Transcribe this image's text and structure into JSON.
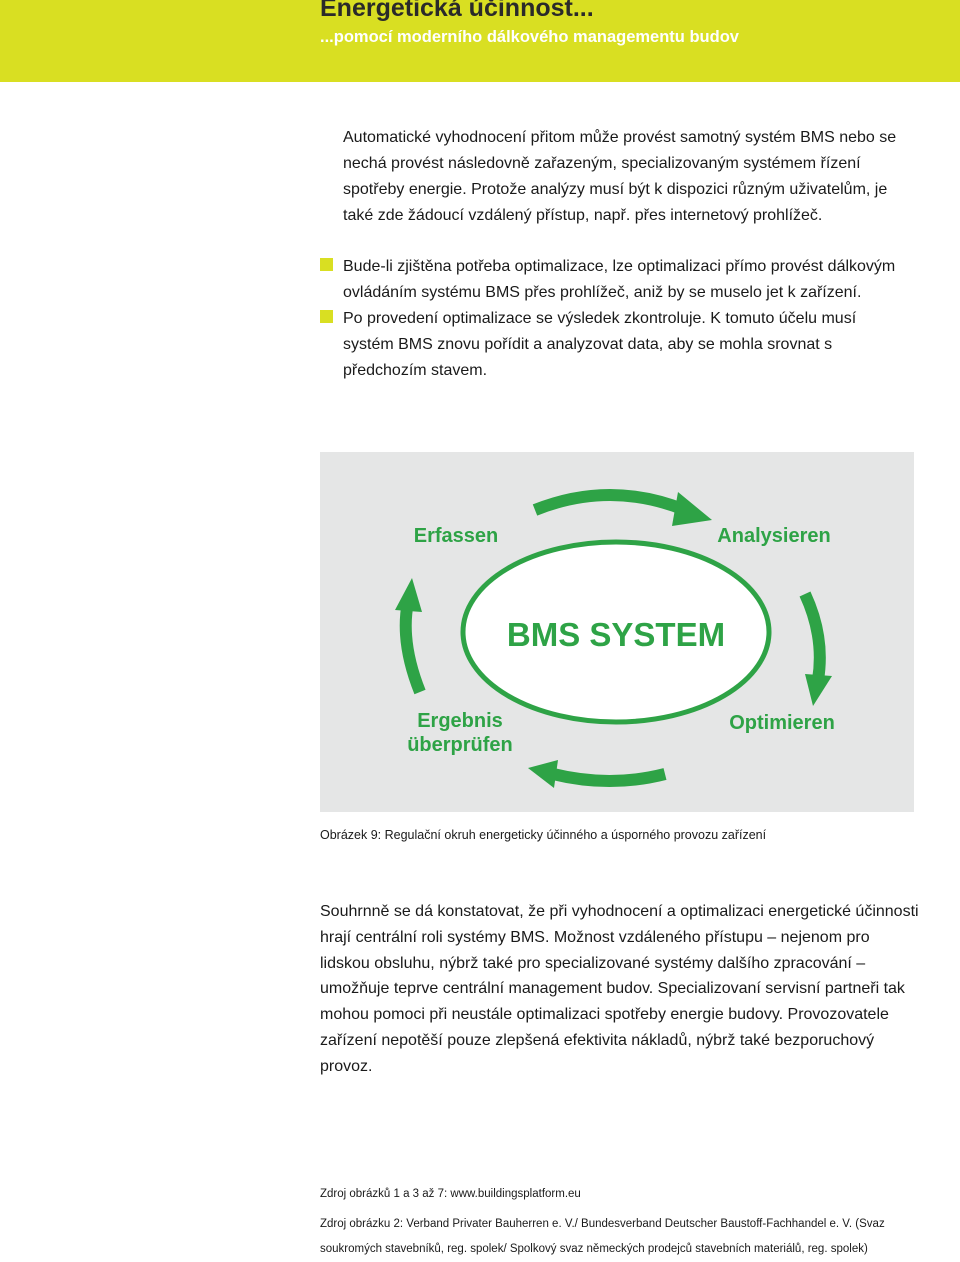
{
  "header": {
    "title": "Energetická účinnost...",
    "subtitle": "...pomocí moderního dálkového managementu budov"
  },
  "intro_paragraph": "Automatické vyhodnocení přitom může provést samotný systém BMS nebo se nechá provést následovně zařazeným, specializovaným systémem řízení spotřeby energie. Protože analýzy musí být k dispozici různým uživatelům, je také zde žádoucí vzdálený přístup, např. přes internetový prohlížeč.",
  "bullets": [
    "Bude-li zjištěna potřeba optimalizace, lze optimalizaci přímo provést dálkovým ovládáním systému BMS přes prohlížeč, aniž by se muselo jet k zařízení.",
    "Po provedení optimalizace se výsledek zkontroluje. K tomuto účelu musí systém BMS znovu pořídit a analyzovat data, aby se mohla srovnat s předchozím stavem."
  ],
  "diagram": {
    "center_label": "BMS SYSTEM",
    "step_erfassen": "Erfassen",
    "step_analysieren": "Analysieren",
    "step_optimieren": "Optimieren",
    "step_ergebnis_line1": "Ergebnis",
    "step_ergebnis_line2": "überprüfen",
    "colors": {
      "arrow": "#2ea346",
      "text": "#2ea346",
      "panel": "#e5e6e6"
    }
  },
  "caption": "Obrázek 9: Regulační okruh energeticky účinného a úsporného provozu zařízení",
  "summary_paragraph": "Souhrnně se dá konstatovat, že při vyhodnocení a optimalizaci energetické účinnosti hrají centrální roli systémy BMS. Možnost vzdáleného přístupu – nejenom pro lidskou obsluhu, nýbrž také pro specializované systémy dalšího zpracování – umožňuje teprve centrální management budov. Specializovaní servisní partneři tak mohou pomoci při neustále optimalizaci spotřeby energie budovy. Provozovatele zařízení nepotěší pouze zlepšená efektivita nákladů, nýbrž také bezporuchový provoz.",
  "sources": {
    "line1": "Zdroj obrázků 1 a 3 až 7: www.buildingsplatform.eu",
    "line2": "Zdroj obrázku 2: Verband Privater Bauherren e. V./ Bundesverband Deutscher Baustoff-Fachhandel e. V. (Svaz soukromých stavebníků, reg. spolek/ Spolkový svaz německých prodejců stavebních materiálů, reg. spolek)"
  }
}
